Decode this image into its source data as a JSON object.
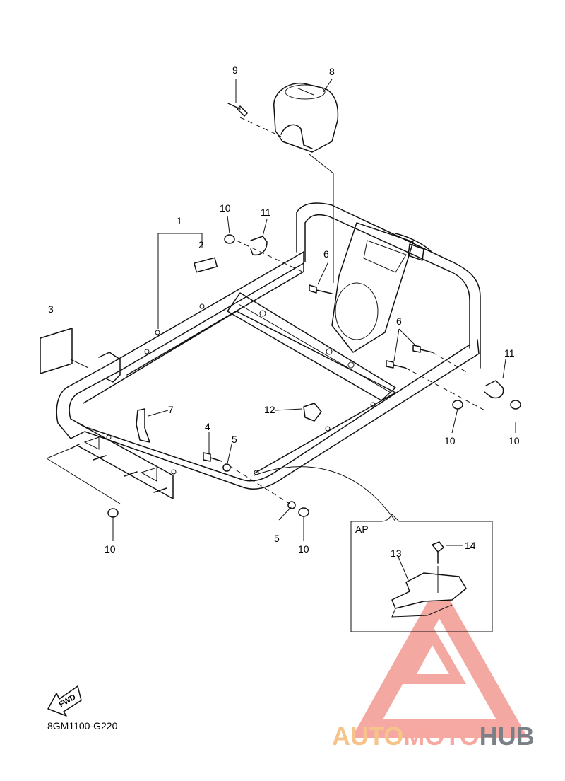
{
  "diagram_code": "8GM1100-G220",
  "detail_label": "AP",
  "direction_label": "FWD",
  "watermark": {
    "part1": "AUTO",
    "part2": "MOTO",
    "part3": "HUB",
    "colors": {
      "auto": "#f6c48a",
      "moto": "#f7a9a1",
      "hub": "#7b7f86",
      "logo": "#f28b82"
    }
  },
  "callouts": [
    "9",
    "8",
    "10",
    "11",
    "1",
    "2",
    "6",
    "3",
    "6",
    "11",
    "7",
    "12",
    "4",
    "5",
    "10",
    "10",
    "5",
    "10",
    "10",
    "14",
    "13"
  ]
}
